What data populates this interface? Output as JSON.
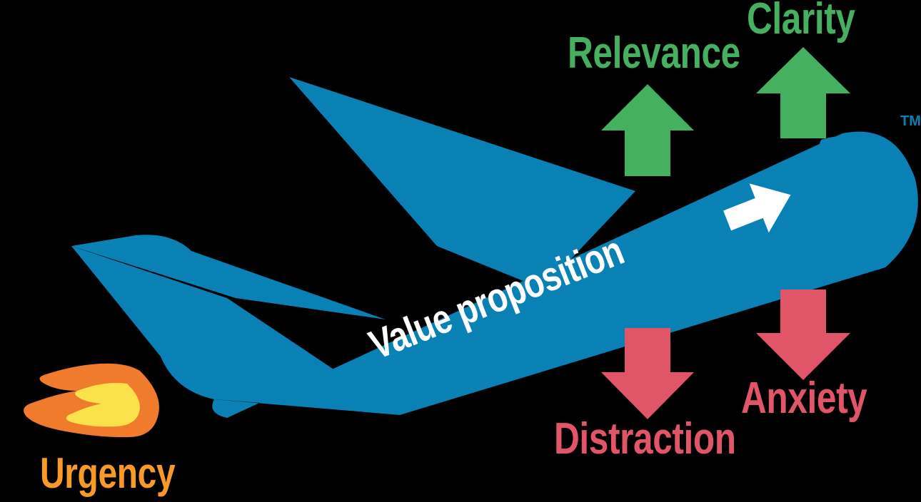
{
  "diagram": {
    "title": "Value proposition airplane diagram",
    "trademark": "TM",
    "body_text": "Value proposition",
    "colors": {
      "background": "#000000",
      "plane_blue": "#0981B4",
      "positive_green": "#45B05F",
      "negative_red": "#E05568",
      "urgency_orange": "#F89A28",
      "flame_inner_yellow": "#FBE14C",
      "text_white": "#FFFFFF"
    },
    "positive_forces": [
      {
        "label": "Relevance",
        "icon": "arrow-up-icon",
        "color": "#45B05F",
        "direction": "up"
      },
      {
        "label": "Clarity",
        "icon": "arrow-up-icon",
        "color": "#45B05F",
        "direction": "up"
      }
    ],
    "negative_forces": [
      {
        "label": "Distraction",
        "icon": "arrow-down-icon",
        "color": "#E05568",
        "direction": "down"
      },
      {
        "label": "Anxiety",
        "icon": "arrow-down-icon",
        "color": "#E05568",
        "direction": "down"
      }
    ],
    "thrust": {
      "label": "Urgency",
      "icon": "flame-icon",
      "color": "#F89A28"
    },
    "forward_arrow": {
      "icon": "arrow-right-icon",
      "color": "#FFFFFF"
    },
    "aircraft": {
      "icon": "airplane-icon",
      "color": "#0981B4"
    }
  }
}
